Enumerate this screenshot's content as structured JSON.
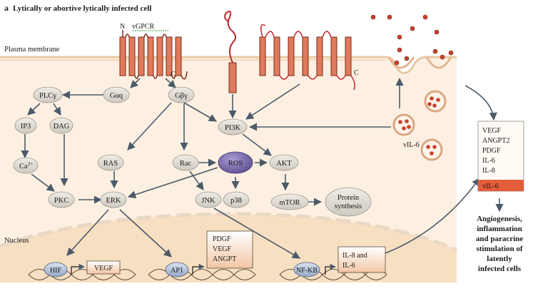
{
  "panel_label": "a",
  "title": "Lytically or abortive lytically infected cell",
  "membrane_label": "Plasma membrane",
  "nucleus_label": "Nucleus",
  "receptor": {
    "n_term": "N",
    "name": "vGPCR",
    "c_term": "C",
    "c_term_2": "C"
  },
  "nodes": {
    "plcg": "PLCγ",
    "gaq": "Gαq",
    "gby": "Gβγ",
    "ip3": "IP3",
    "dag": "DAG",
    "pi3k": "PI3K",
    "ca": "Ca",
    "ca_sup": "2+",
    "ras": "RAS",
    "rac": "Rac",
    "ros": "ROS",
    "akt": "AKT",
    "pkc": "PKC",
    "erk": "ERK",
    "jnk": "JNK",
    "p38": "p38",
    "mtor": "mTOR",
    "protein_synthesis_1": "Protein",
    "protein_synthesis_2": "synthesis",
    "vil6": "vIL-6"
  },
  "nuclear": {
    "hif": "HIF",
    "vegf_gene": "VEGF",
    "ap1": "AP1",
    "ap1_targets": [
      "PDGF",
      "VEGF",
      "ANGPT"
    ],
    "nfkb": "NF-KB",
    "nfkb_targets_1": "IL-8 and",
    "nfkb_targets_2": "IL-6"
  },
  "secreted": {
    "items": [
      "VEGF",
      "ANGPT2",
      "PDGF",
      "IL-6",
      "IL-8"
    ],
    "highlight": "vIL-6"
  },
  "outcome": [
    "Angiogenesis,",
    "inflammation",
    "and paracrine",
    "stimulation of",
    "latently",
    "infected cells"
  ],
  "colors": {
    "cytoplasm": "#fdf0e2",
    "receptor": "#e07a5c",
    "receptor_stroke": "#7a2a18",
    "node_fill": "#dedad2",
    "ros_fill": "#7a6aa8",
    "arrow": "#4c5a68",
    "nucleus": "#f7dfc2",
    "box_fill": "#fbe3c9",
    "highlight": "#e55c3a",
    "tf_fill": "#b9c7dc"
  }
}
